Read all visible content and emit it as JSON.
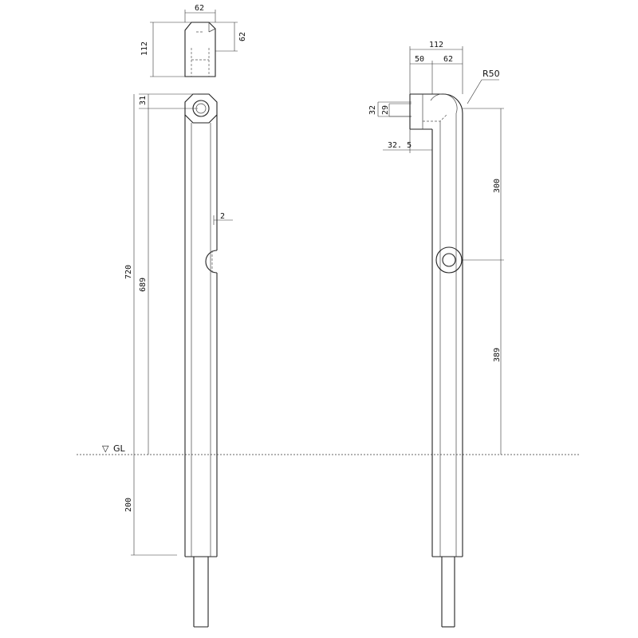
{
  "drawing": {
    "ground_label": "GL",
    "ground_symbol": "▽",
    "dimensions": {
      "top_cap_width": "62",
      "top_cap_height": "112",
      "top_cap_side": "62",
      "left_post_top_offset": "31",
      "left_post_total": "720",
      "left_post_below_cap": "689",
      "left_post_groove": "2",
      "below_ground": "200",
      "right_overall_width": "112",
      "right_offset_a": "50",
      "right_offset_b": "62",
      "bend_radius": "R50",
      "pipe_outer": "32",
      "pipe_inner": "29",
      "pipe_setback": "32. 5",
      "upper_segment": "300",
      "lower_segment": "389"
    }
  }
}
